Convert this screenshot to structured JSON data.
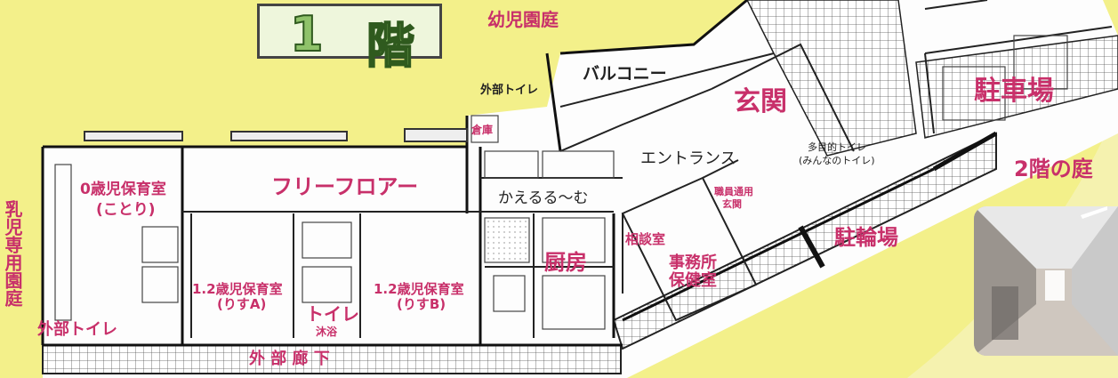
{
  "title": {
    "num": "1",
    "kanji": "階"
  },
  "labels": {
    "yoji_teien": "幼児園庭",
    "gaibu_toilet_top": "外部トイレ",
    "balcony": "バルコニー",
    "genkan": "玄関",
    "chushajo": "駐車場",
    "second_floor_garden": "2階の庭",
    "sosoko": "倉庫",
    "entrance": "エントランス",
    "multi_toilet_1": "多目的トイレ",
    "multi_toilet_2": "(みんなのトイレ)",
    "free_floor": "フリーフロアー",
    "room0_1": "0歳児保育室",
    "room0_2": "(ことり)",
    "kaeru_room": "かえるる〜む",
    "staff_entrance_1": "職員通用",
    "staff_entrance_2": "玄関",
    "churinjo": "駐輪場",
    "nyuji_teien": "乳児専用園庭",
    "room12a_1": "1.2歳児保育室",
    "room12a_2": "(りすA)",
    "room12b_1": "1.2歳児保育室",
    "room12b_2": "(りすB)",
    "toilet": "トイレ",
    "mokuyoku": "沐浴",
    "kitchen": "厨房",
    "consult": "相談室",
    "office_1": "事務所",
    "office_2": "保健室",
    "gaibu_toilet_bottom": "外部トイレ",
    "gaibu_rouka": "外 部 廊 下"
  },
  "colors": {
    "background": "#f3f08a",
    "label_pink": "#c8306a",
    "title_fill": "#8fc26a",
    "title_border": "#444444"
  }
}
